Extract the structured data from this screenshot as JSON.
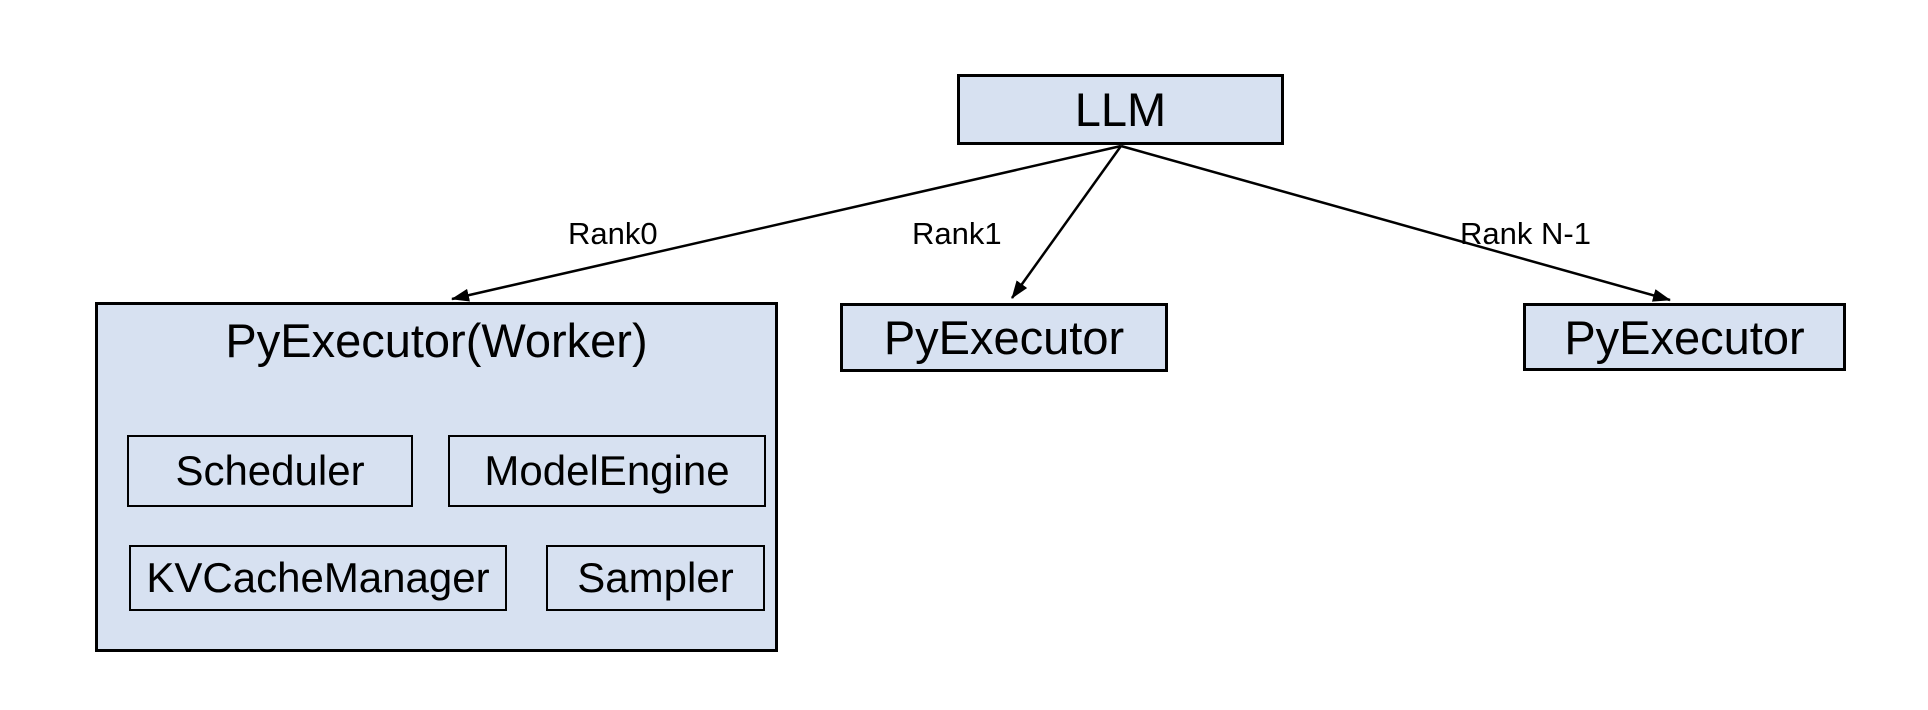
{
  "diagram": {
    "colors": {
      "background": "#ffffff",
      "box_fill": "#d7e1f1",
      "box_border": "#000000",
      "text": "#000000",
      "arrow": "#000000"
    },
    "root": {
      "label": "LLM"
    },
    "edges": [
      {
        "label": "Rank0"
      },
      {
        "label": "Rank1"
      },
      {
        "label": "Rank N-1"
      }
    ],
    "nodes": {
      "worker": {
        "label": "PyExecutor(Worker)",
        "children": [
          {
            "label": "Scheduler"
          },
          {
            "label": "ModelEngine"
          },
          {
            "label": "KVCacheManager"
          },
          {
            "label": "Sampler"
          }
        ]
      },
      "rank1": {
        "label": "PyExecutor"
      },
      "rankN": {
        "label": "PyExecutor"
      }
    }
  }
}
